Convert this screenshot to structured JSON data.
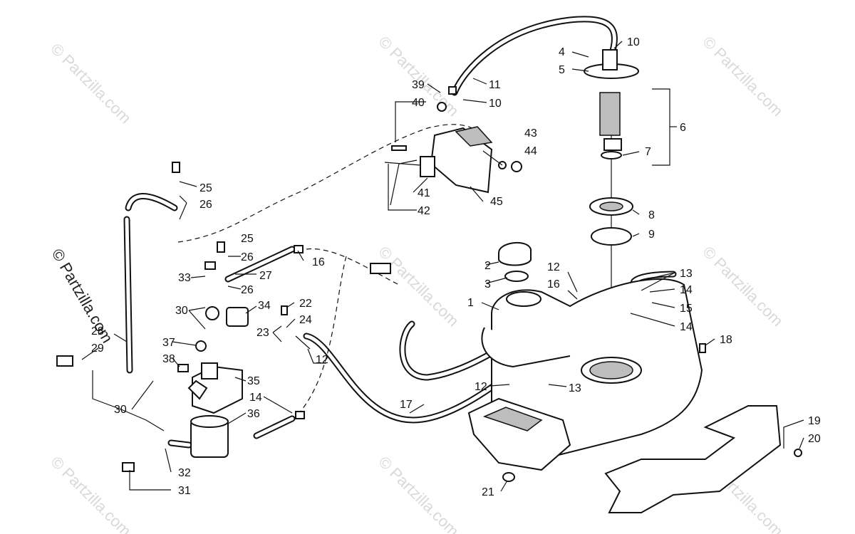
{
  "watermark": {
    "text": "© Partzilla.com",
    "side_text": "© Partzilla.com"
  },
  "callouts": [
    {
      "id": "c1",
      "text": "1"
    },
    {
      "id": "c2",
      "text": "2"
    },
    {
      "id": "c3",
      "text": "3"
    },
    {
      "id": "c4",
      "text": "4"
    },
    {
      "id": "c5",
      "text": "5"
    },
    {
      "id": "c6",
      "text": "6"
    },
    {
      "id": "c7",
      "text": "7"
    },
    {
      "id": "c8",
      "text": "8"
    },
    {
      "id": "c9",
      "text": "9"
    },
    {
      "id": "c10a",
      "text": "10"
    },
    {
      "id": "c10b",
      "text": "10"
    },
    {
      "id": "c11",
      "text": "11"
    },
    {
      "id": "c12a",
      "text": "12"
    },
    {
      "id": "c12b",
      "text": "12"
    },
    {
      "id": "c12c",
      "text": "12"
    },
    {
      "id": "c13a",
      "text": "13"
    },
    {
      "id": "c13b",
      "text": "13"
    },
    {
      "id": "c14a",
      "text": "14"
    },
    {
      "id": "c14b",
      "text": "14"
    },
    {
      "id": "c14c",
      "text": "14"
    },
    {
      "id": "c15",
      "text": "15"
    },
    {
      "id": "c16a",
      "text": "16"
    },
    {
      "id": "c16b",
      "text": "16"
    },
    {
      "id": "c17",
      "text": "17"
    },
    {
      "id": "c18",
      "text": "18"
    },
    {
      "id": "c19",
      "text": "19"
    },
    {
      "id": "c20",
      "text": "20"
    },
    {
      "id": "c21",
      "text": "21"
    },
    {
      "id": "c22",
      "text": "22"
    },
    {
      "id": "c23",
      "text": "23"
    },
    {
      "id": "c24",
      "text": "24"
    },
    {
      "id": "c25a",
      "text": "25"
    },
    {
      "id": "c25b",
      "text": "25"
    },
    {
      "id": "c26a",
      "text": "26"
    },
    {
      "id": "c26b",
      "text": "26"
    },
    {
      "id": "c26c",
      "text": "26"
    },
    {
      "id": "c27",
      "text": "27"
    },
    {
      "id": "c28",
      "text": "28"
    },
    {
      "id": "c29",
      "text": "29"
    },
    {
      "id": "c30a",
      "text": "30"
    },
    {
      "id": "c30b",
      "text": "30"
    },
    {
      "id": "c31",
      "text": "31"
    },
    {
      "id": "c32",
      "text": "32"
    },
    {
      "id": "c33",
      "text": "33"
    },
    {
      "id": "c34",
      "text": "34"
    },
    {
      "id": "c35",
      "text": "35"
    },
    {
      "id": "c36",
      "text": "36"
    },
    {
      "id": "c37",
      "text": "37"
    },
    {
      "id": "c38",
      "text": "38"
    },
    {
      "id": "c39",
      "text": "39"
    },
    {
      "id": "c40",
      "text": "40"
    },
    {
      "id": "c41",
      "text": "41"
    },
    {
      "id": "c42",
      "text": "42"
    },
    {
      "id": "c43",
      "text": "43"
    },
    {
      "id": "c44",
      "text": "44"
    },
    {
      "id": "c45",
      "text": "45"
    }
  ]
}
